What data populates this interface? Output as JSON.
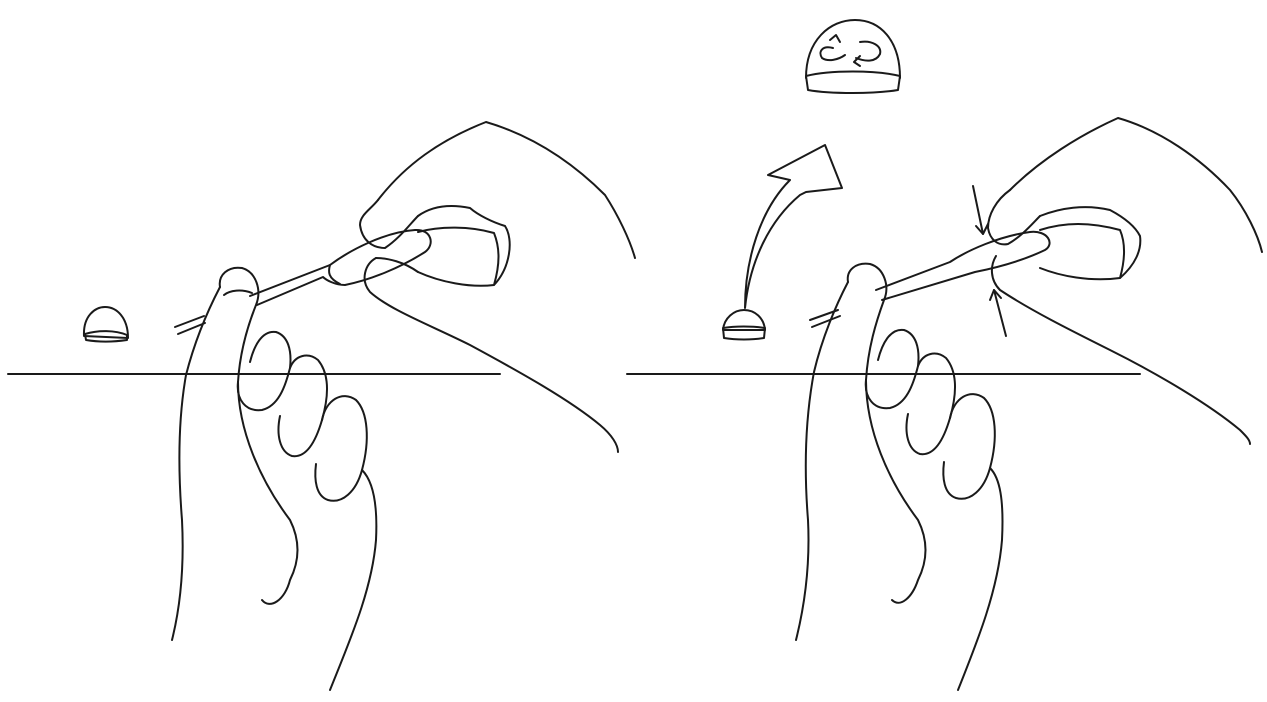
{
  "figure": {
    "panels": [
      {
        "id": "left",
        "step": 1
      },
      {
        "id": "right",
        "step": 2
      }
    ]
  },
  "colors": {
    "background": "#ffffff",
    "ink": "#1a1a1a"
  },
  "icons": [
    "capsule-icon",
    "rotation-arrows-icon",
    "curved-upward-arrow-icon",
    "pinch-arrow-top-icon",
    "pinch-arrow-bottom-icon"
  ]
}
